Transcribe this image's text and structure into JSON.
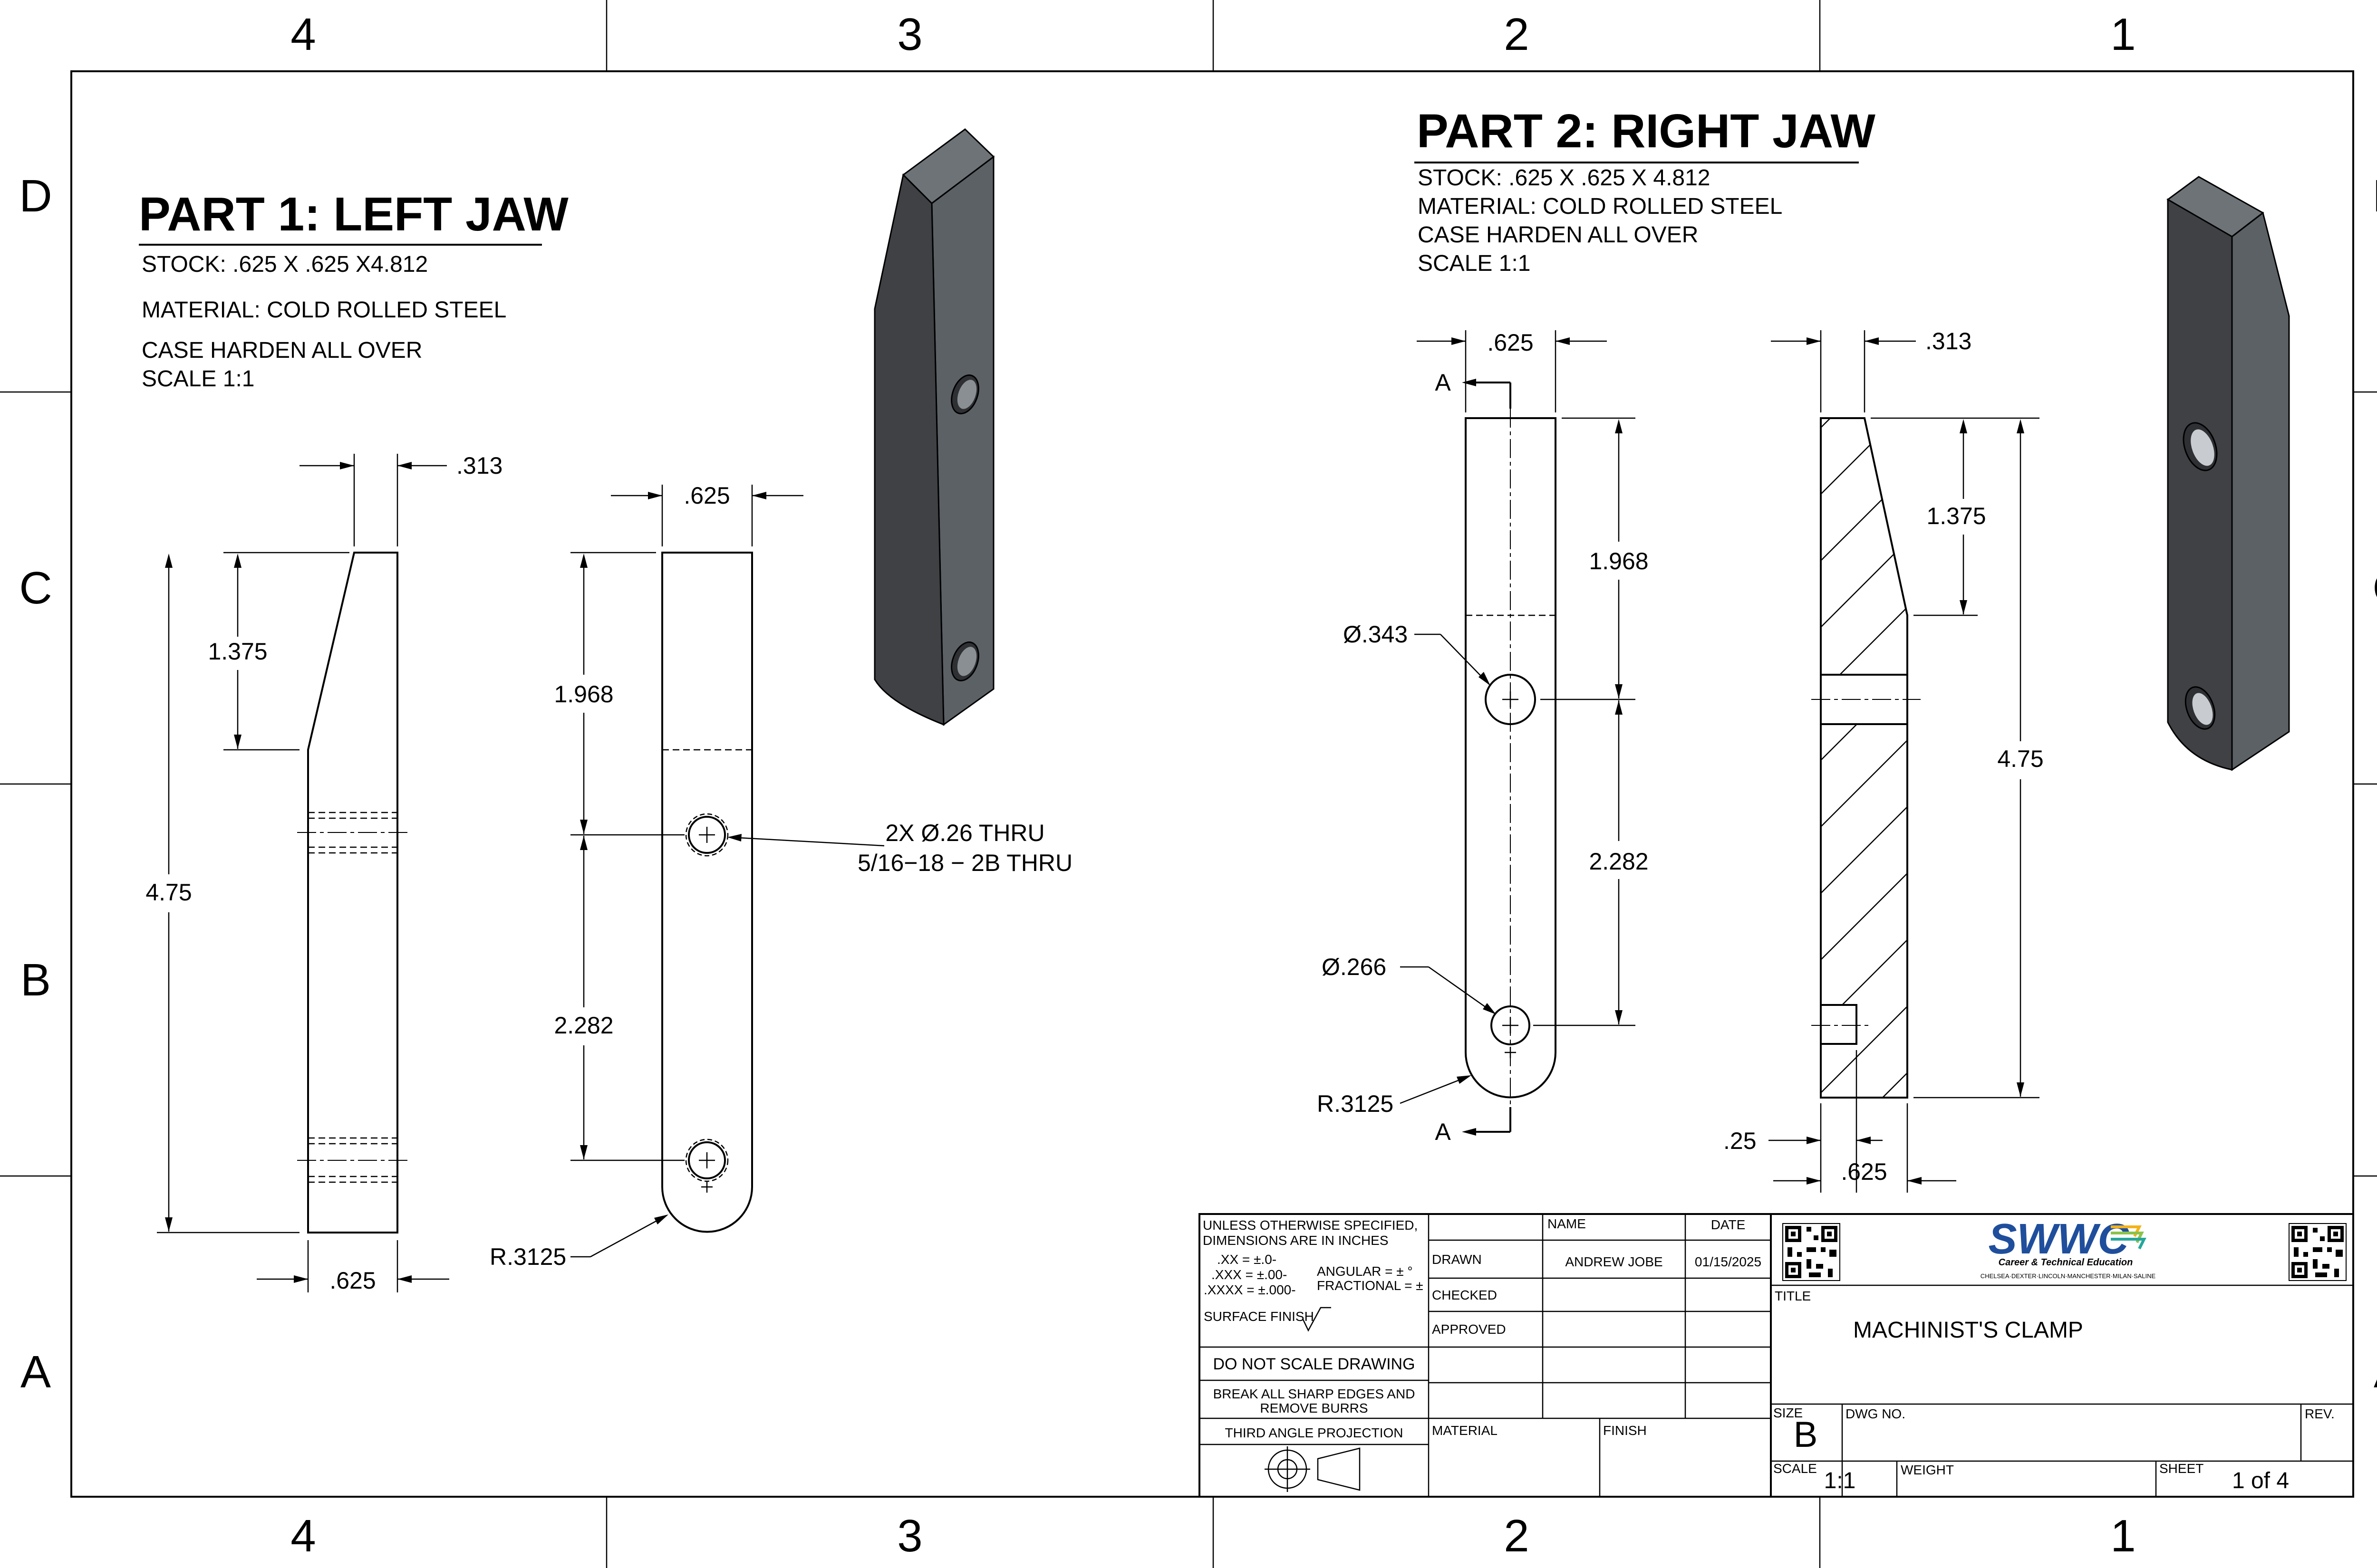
{
  "zones": {
    "columns": [
      "4",
      "3",
      "2",
      "1"
    ],
    "rows": [
      "D",
      "C",
      "B",
      "A"
    ]
  },
  "part1": {
    "title": "PART 1: LEFT JAW",
    "stock": "STOCK:  .625 X .625 X4.812",
    "material": "MATERIAL: COLD ROLLED STEEL",
    "treatment": "CASE HARDEN ALL OVER",
    "scale": "SCALE 1:1",
    "dims": {
      "top_offset": ".313",
      "angle_length": "1.375",
      "overall_length": "4.75",
      "bottom_width": ".625",
      "top_width": ".625",
      "hole1_pos": "1.968",
      "hole_spacing": "2.282",
      "radius": "R.3125",
      "hole_note_1": "2X Ø.26 THRU",
      "hole_note_2": "5/16−18 − 2B THRU"
    }
  },
  "part2": {
    "title": "PART 2: RIGHT JAW",
    "stock": "STOCK:  .625 X .625 X 4.812",
    "material": "MATERIAL: COLD ROLLED STEEL",
    "treatment": "CASE HARDEN ALL OVER",
    "scale": "SCALE 1:1",
    "dims": {
      "top_width": ".625",
      "section_mark": "A",
      "hole1_pos": "1.968",
      "hole1_dia": "Ø.343",
      "hole_spacing": "2.282",
      "hole2_dia": "Ø.266",
      "radius": "R.3125",
      "side_offset": ".313",
      "angle_length": "1.375",
      "overall_length": "4.75",
      "bottom_offset": ".25",
      "bottom_width": ".625"
    }
  },
  "title_block": {
    "tolerance_header": "UNLESS OTHERWISE SPECIFIED,",
    "tolerance_header_2": "DIMENSIONS ARE IN INCHES",
    "tol_xx": ".XX = ±.0-",
    "tol_xxx": ".XXX = ±.00-",
    "tol_xxxx": ".XXXX = ±.000-",
    "tol_angular": "ANGULAR = ± °",
    "tol_fractional": "FRACTIONAL = ±",
    "surface_finish": "SURFACE FINISH",
    "do_not_scale": "DO NOT SCALE DRAWING",
    "break_edges_1": "BREAK ALL SHARP EDGES AND",
    "break_edges_2": "REMOVE BURRS",
    "projection": "THIRD ANGLE PROJECTION",
    "name_header": "NAME",
    "date_header": "DATE",
    "drawn_label": "DRAWN",
    "drawn_name": "ANDREW JOBE",
    "drawn_date": "01/15/2025",
    "checked_label": "CHECKED",
    "approved_label": "APPROVED",
    "material_label": "MATERIAL",
    "finish_label": "FINISH",
    "logo_text": "SWWC",
    "logo_sub": "Career & Technical Education",
    "logo_sub2": "CHELSEA·DEXTER·LINCOLN·MANCHESTER·MILAN·SALINE",
    "title_label": "TITLE",
    "title_value": "MACHINIST'S CLAMP",
    "size_label": "SIZE",
    "size_value": "B",
    "dwg_label": "DWG NO.",
    "rev_label": "REV.",
    "scale_label": "SCALE",
    "scale_value": "1:1",
    "weight_label": "WEIGHT",
    "sheet_label": "SHEET",
    "sheet_value": "1 of 4"
  },
  "colors": {
    "line": "#000000",
    "solid_dark": "#3f4144",
    "solid_mid": "#5c6166",
    "solid_light": "#6e7378",
    "logo_blue": "#1f4e9c"
  }
}
